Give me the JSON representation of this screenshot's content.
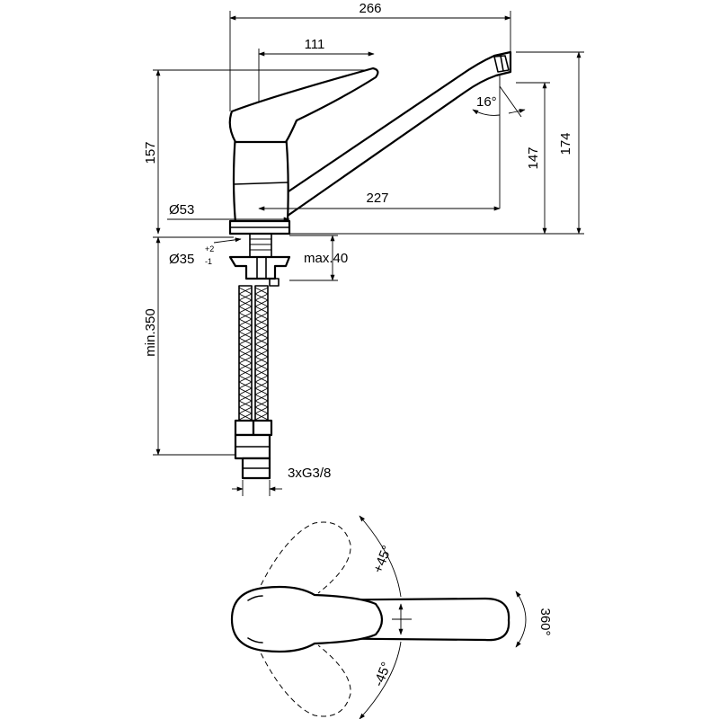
{
  "dimensions": {
    "total_width": "266",
    "lever_length": "111",
    "spout_reach": "227",
    "height_left": "157",
    "height_outlet": "147",
    "height_total": "174",
    "base_diameter": "Ø53",
    "hole_diameter": "Ø35",
    "hole_tol_plus": "+2",
    "hole_tol_minus": "-1",
    "max_thickness": "max.40",
    "min_hose": "min.350",
    "connections": "3xG3/8",
    "spout_angle": "16°"
  },
  "rotation": {
    "plus_angle": "+45°",
    "minus_angle": "-45°",
    "spout_rotation": "360°"
  },
  "colors": {
    "line": "#000000",
    "background": "#ffffff"
  }
}
